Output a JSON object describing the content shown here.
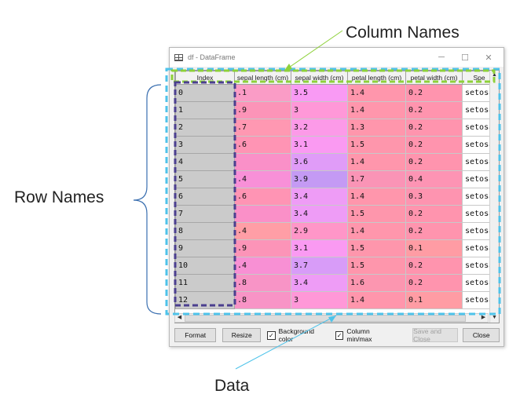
{
  "annotations": {
    "column_names": "Column Names",
    "row_names": "Row Names",
    "data": "Data"
  },
  "window": {
    "title": "df - DataFrame",
    "controls": [
      "─",
      "☐",
      "✕"
    ]
  },
  "table": {
    "index_header": "Index",
    "columns": [
      "sepal length (cm)",
      "sepal width (cm)",
      "petal length (cm)",
      "petal width (cm)",
      "Spe"
    ],
    "rows": [
      {
        "idx": "0",
        "sl": ".1",
        "sw": "3.5",
        "pl": "1.4",
        "pw": "0.2",
        "sp": "setosa"
      },
      {
        "idx": "1",
        "sl": ".9",
        "sw": "3",
        "pl": "1.4",
        "pw": "0.2",
        "sp": "setosa"
      },
      {
        "idx": "2",
        "sl": ".7",
        "sw": "3.2",
        "pl": "1.3",
        "pw": "0.2",
        "sp": "setosa"
      },
      {
        "idx": "3",
        "sl": ".6",
        "sw": "3.1",
        "pl": "1.5",
        "pw": "0.2",
        "sp": "setosa"
      },
      {
        "idx": "4",
        "sl": "",
        "sw": "3.6",
        "pl": "1.4",
        "pw": "0.2",
        "sp": "setosa"
      },
      {
        "idx": "5",
        "sl": ".4",
        "sw": "3.9",
        "pl": "1.7",
        "pw": "0.4",
        "sp": "setosa"
      },
      {
        "idx": "6",
        "sl": ".6",
        "sw": "3.4",
        "pl": "1.4",
        "pw": "0.3",
        "sp": "setosa"
      },
      {
        "idx": "7",
        "sl": "",
        "sw": "3.4",
        "pl": "1.5",
        "pw": "0.2",
        "sp": "setosa"
      },
      {
        "idx": "8",
        "sl": ".4",
        "sw": "2.9",
        "pl": "1.4",
        "pw": "0.2",
        "sp": "setosa"
      },
      {
        "idx": "9",
        "sl": ".9",
        "sw": "3.1",
        "pl": "1.5",
        "pw": "0.1",
        "sp": "setosa"
      },
      {
        "idx": "10",
        "sl": ".4",
        "sw": "3.7",
        "pl": "1.5",
        "pw": "0.2",
        "sp": "setosa"
      },
      {
        "idx": "11",
        "sl": ".8",
        "sw": "3.4",
        "pl": "1.6",
        "pw": "0.2",
        "sp": "setosa"
      },
      {
        "idx": "12",
        "sl": ".8",
        "sw": "3",
        "pl": "1.4",
        "pw": "0.1",
        "sp": "setosa"
      }
    ],
    "cell_colors": [
      [
        "#fa9cc6",
        "#f99af4",
        "#ff96ac",
        "#ff94ae"
      ],
      [
        "#fc94b8",
        "#ff98d8",
        "#ff96ac",
        "#ff94ae"
      ],
      [
        "#ff98b2",
        "#fc9ae8",
        "#ff96ac",
        "#ff94ae"
      ],
      [
        "#ff94b4",
        "#fa9af2",
        "#fe96ac",
        "#ff94ae"
      ],
      [
        "#fa90c8",
        "#e09cf8",
        "#ff96ac",
        "#ff94ae"
      ],
      [
        "#f890d8",
        "#c49af4",
        "#fa94b6",
        "#fd94b4"
      ],
      [
        "#ff94b4",
        "#ee9cf6",
        "#ff96ac",
        "#fe94b0"
      ],
      [
        "#fa90c8",
        "#ee9cf6",
        "#fe96ac",
        "#ff94ae"
      ],
      [
        "#ff9ea6",
        "#ff96c8",
        "#ff96ac",
        "#ff94ae"
      ],
      [
        "#fc94b8",
        "#fa9af2",
        "#fe96ac",
        "#ff9ca4"
      ],
      [
        "#f890d4",
        "#d89cf8",
        "#fe96ac",
        "#ff94ae"
      ],
      [
        "#f894c6",
        "#ee9cf6",
        "#fc96b0",
        "#ff94ae"
      ],
      [
        "#f894c6",
        "#ff98d8",
        "#ff96ac",
        "#ff9ca4"
      ]
    ]
  },
  "buttons": {
    "format": "Format",
    "resize": "Resize",
    "background_color": "Background color",
    "column_minmax": "Column min/max",
    "save_close": "Save and Close",
    "close": "Close",
    "check_mark": "✓"
  },
  "overlay_colors": {
    "column_box": "#8ed13a",
    "data_box": "#4ec3ea",
    "row_box": "#4b3f8f",
    "brace": "#3a6fb0"
  }
}
